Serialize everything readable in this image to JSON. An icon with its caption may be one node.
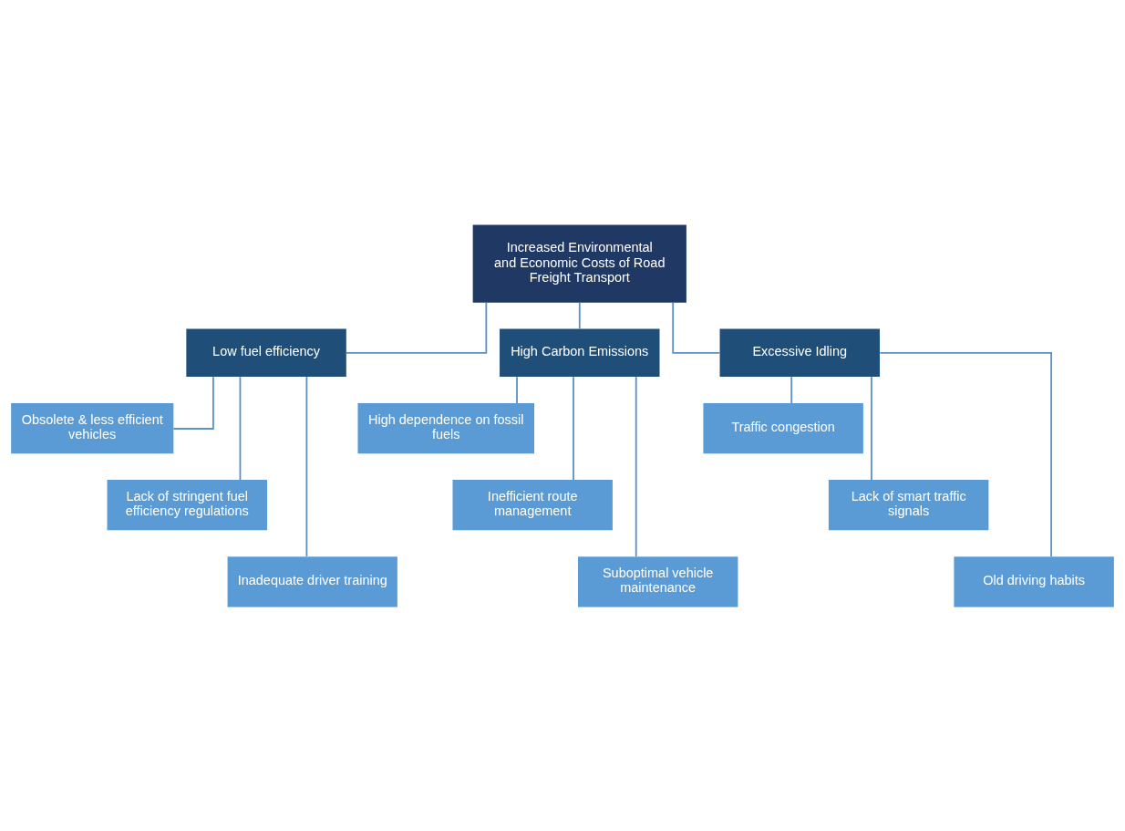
{
  "diagram": {
    "nodes": [
      {
        "text": [
          "Increased Environmental and Economic Costs of Road Freight Transport"
        ]
      },
      {
        "text": [
          "Low fuel efficiency"
        ]
      },
      {
        "text": [
          "High Carbon Emissions"
        ]
      },
      {
        "text": [
          "Excessive Idling"
        ]
      },
      {
        "text": [
          "Obsolete & less efficient vehicles"
        ]
      },
      {
        "text": [
          "Lack of stringent fuel efficiency regulations"
        ]
      },
      {
        "text": [
          "Inadequate driver training"
        ]
      },
      {
        "text": [
          "High dependence on fossil fuels"
        ]
      },
      {
        "text": [
          "Inefficient route management"
        ]
      },
      {
        "text": [
          "Suboptimal vehicle maintenance"
        ]
      },
      {
        "text": [
          "Traffic congestion"
        ]
      },
      {
        "text": [
          "Lack of smart traffic signals"
        ]
      },
      {
        "text": [
          "Old driving habits"
        ]
      }
    ],
    "edges": [
      {
        "from": 0,
        "to": 1,
        "arrow": "none"
      },
      {
        "from": 0,
        "to": 2,
        "arrow": "none"
      },
      {
        "from": 0,
        "to": 3,
        "arrow": "none"
      },
      {
        "from": 1,
        "to": 4,
        "arrow": "none"
      },
      {
        "from": 1,
        "to": 5,
        "arrow": "none"
      },
      {
        "from": 1,
        "to": 6,
        "arrow": "none"
      },
      {
        "from": 2,
        "to": 7,
        "arrow": "none"
      },
      {
        "from": 2,
        "to": 8,
        "arrow": "none"
      },
      {
        "from": 2,
        "to": 9,
        "arrow": "none"
      },
      {
        "from": 3,
        "to": 10,
        "arrow": "none"
      },
      {
        "from": 3,
        "to": 11,
        "arrow": "none"
      },
      {
        "from": 3,
        "to": 12,
        "arrow": "none"
      }
    ]
  }
}
